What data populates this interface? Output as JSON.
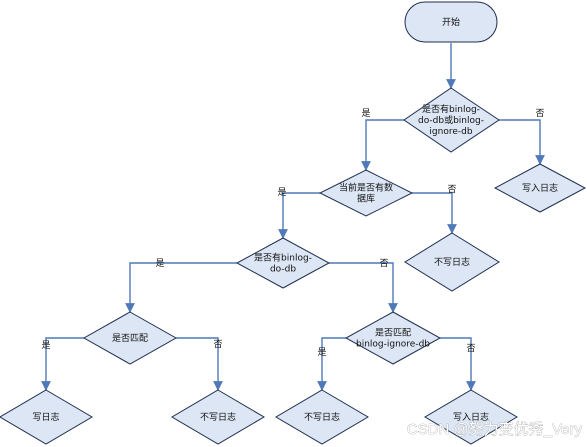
{
  "diagram": {
    "nodes": {
      "start": {
        "text": [
          "开始"
        ]
      },
      "q_db": {
        "text": [
          "是否有binlog-",
          "do-db或binlog-",
          "ignore-db"
        ]
      },
      "w_all": {
        "text": [
          "写入日志"
        ]
      },
      "q_cur": {
        "text": [
          "当前是否有数",
          "据库"
        ]
      },
      "n1": {
        "text": [
          "不写日志"
        ]
      },
      "q_do": {
        "text": [
          "是否有binlog-",
          "do-db"
        ]
      },
      "q_m1": {
        "text": [
          "是否匹配"
        ]
      },
      "q_m2": {
        "text": [
          "是否匹配",
          "binlog-ignore-db"
        ]
      },
      "w1": {
        "text": [
          "写日志"
        ]
      },
      "n2": {
        "text": [
          "不写日志"
        ]
      },
      "n3": {
        "text": [
          "不写日志"
        ]
      },
      "w2": {
        "text": [
          "写入日志"
        ]
      }
    },
    "edges": {
      "e_db_yes": "是",
      "e_db_no": "否",
      "e_cur_yes": "是",
      "e_cur_no": "否",
      "e_do_yes": "是",
      "e_do_no": "否",
      "e_m1_yes": "是",
      "e_m1_no": "否",
      "e_m2_yes": "是",
      "e_m2_no": "否"
    },
    "watermark": "CSDN @努力变优秀_Very"
  },
  "colors": {
    "node_fill": "#dce6f4",
    "node_stroke": "#1f2f4f",
    "edge": "#4f79b8"
  }
}
